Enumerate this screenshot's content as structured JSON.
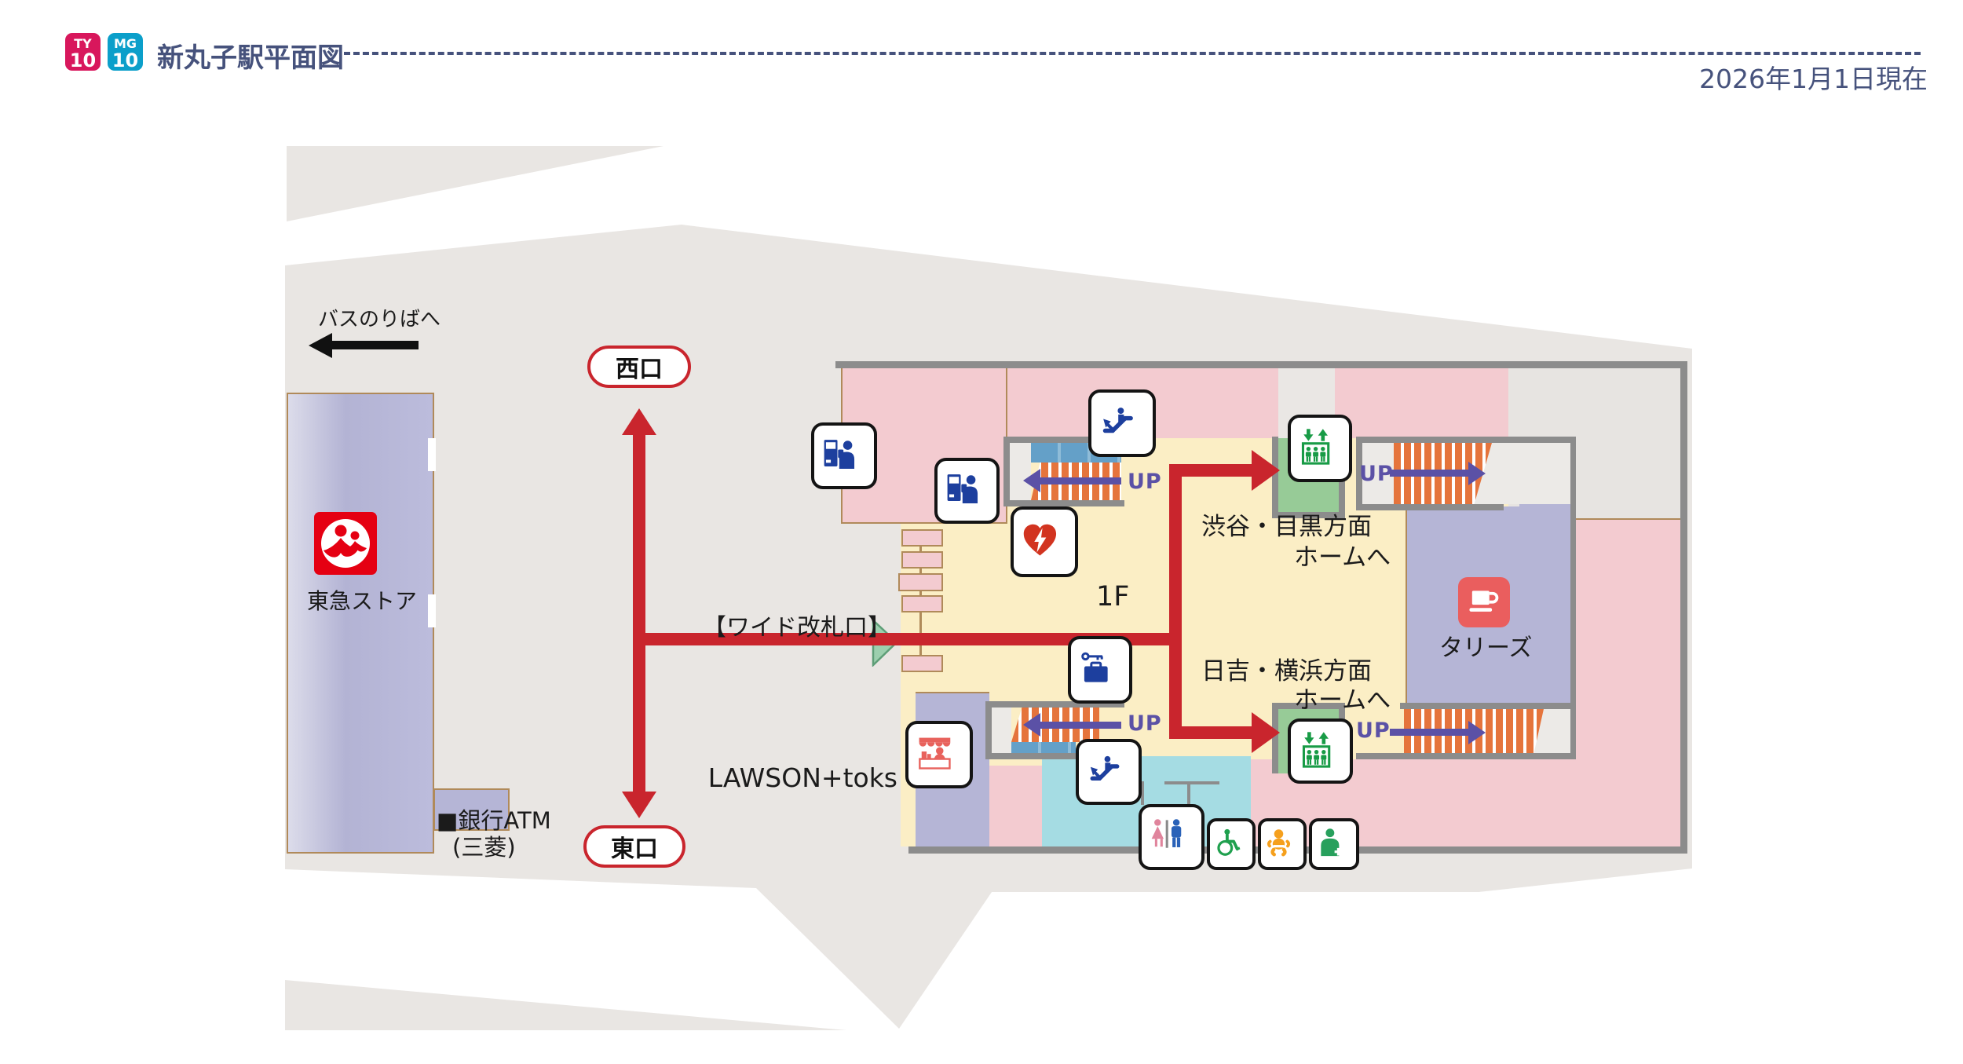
{
  "header": {
    "badges": [
      {
        "code": "TY",
        "num": "10",
        "color": "#d8175c"
      },
      {
        "code": "MG",
        "num": "10",
        "color": "#0b9fca"
      }
    ],
    "title": "新丸子駅平面図",
    "as_of": "2026年1月1日現在"
  },
  "labels": {
    "bus": "バスのりばへ",
    "west_exit": "西口",
    "east_exit": "東口",
    "tokyu_store": "東急ストア",
    "bank_atm": "■銀行ATM",
    "bank_atm_sub": "(三菱)",
    "wide_gate": "【ワイド改札口】",
    "floor": "1F",
    "lawson": "LAWSON+toks",
    "tullys": "タリーズ",
    "shibuya_dir": "渋谷・目黒方面",
    "shibuya_dir2": "ホームへ",
    "hiyoshi_dir": "日吉・横浜方面",
    "hiyoshi_dir2": "ホームへ",
    "up": "UP"
  },
  "icons": [
    "ticket-machine-icon",
    "escalator-icon",
    "elevator-icon",
    "aed-icon",
    "coin-locker-icon",
    "kiosk-icon",
    "coffee-icon",
    "restroom-icon",
    "wheelchair-icon",
    "baby-care-icon",
    "ostomate-icon",
    "tokyu-store-logo",
    "bus-arrow-icon",
    "wide-gate-marker"
  ],
  "colors": {
    "path_red": "#c9252d",
    "arrow_purple": "#5b51a6",
    "platform_pink": "#f3cbd0",
    "concourse_cream": "#fbeec5",
    "building_lavender": "#b5b5d6",
    "restroom_cyan": "#a5dce3",
    "stairs_orange": "#e5743c",
    "stairs_blue": "#64a0c8",
    "elevator_green": "#189b46",
    "frame_gray": "#8c8c8c",
    "street_gray": "#e9e6e3",
    "title_navy": "#46527c"
  }
}
